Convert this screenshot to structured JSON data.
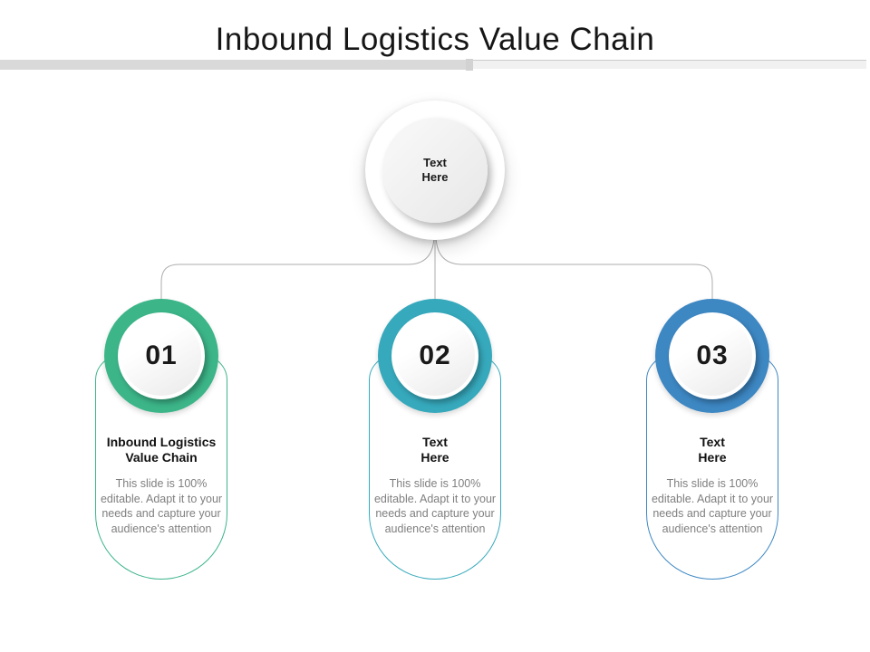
{
  "slide": {
    "title": "Inbound Logistics Value Chain"
  },
  "top_node": {
    "label": "Text\nHere"
  },
  "cards": [
    {
      "number": "01",
      "title": "Inbound Logistics\nValue Chain",
      "description": "This slide is 100% editable. Adapt it to your needs and capture your audience's attention",
      "accent": "#3CB589"
    },
    {
      "number": "02",
      "title": "Text\nHere",
      "description": "This slide is 100% editable. Adapt it to your needs and capture your audience's attention",
      "accent": "#36A9BC"
    },
    {
      "number": "03",
      "title": "Text\nHere",
      "description": "This slide is 100% editable. Adapt it to your needs and capture your audience's attention",
      "accent": "#3D87C3"
    }
  ],
  "connector_color": "#ADADAD"
}
